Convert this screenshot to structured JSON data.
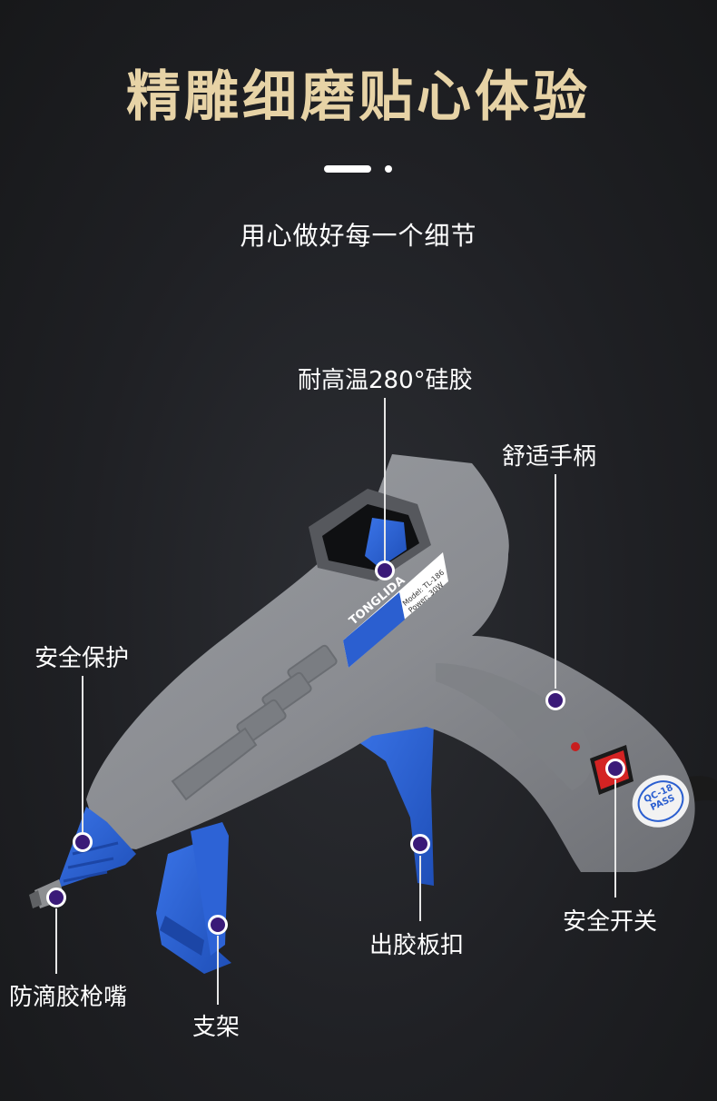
{
  "title": "精雕细磨贴心体验",
  "subtitle": "用心做好每一个细节",
  "product": {
    "brand": "TONGLIDA",
    "model_line": "Model: TL-186",
    "power_line": "Power: 30W",
    "cert_line1": "QC-18",
    "cert_line2": "PASS"
  },
  "callouts": {
    "silicone": "耐高温280°硅胶",
    "handle": "舒适手柄",
    "protection": "安全保护",
    "switch": "安全开关",
    "trigger": "出胶板扣",
    "nozzle": "防滴胶枪嘴",
    "stand": "支架"
  },
  "colors": {
    "title": "#e7d3a6",
    "dot": "#3a1a78",
    "gun_body": "#8a8c90",
    "gun_blue": "#2b5fd0",
    "switch_red": "#d42323"
  }
}
